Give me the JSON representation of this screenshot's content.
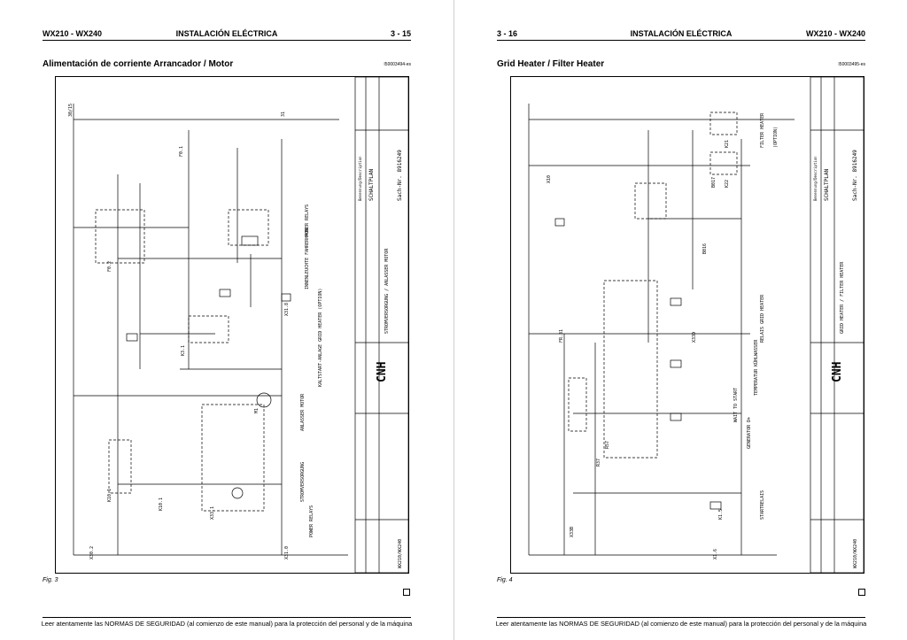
{
  "left_page": {
    "header_left": "WX210 - WX240",
    "header_center": "INSTALACIÓN ELÉCTRICA",
    "header_right": "3 - 15",
    "title": "Alimentación de corriente Arrancador / Motor",
    "doc_id": "I50003494-es",
    "figure": "Fig. 3",
    "footer": "Leer atentamente las NORMAS DE SEGURIDAD (al comienzo de este manual) para la protección del personal y de la máquina",
    "diagram": {
      "title_block_lines": [
        "Benennung/Description",
        "SCHALTPLAN",
        "STROMVERSORGUNG / ANLASSER MOTOR"
      ],
      "part_no": "Sach-Nr. 8916249",
      "logo": "CNH",
      "labels": [
        "STROMVERSORGUNG",
        "POWER RELAYS",
        "ANLASSER MOTOR",
        "INNENLEUCHTE FAHRERHAUS",
        "POWER RELAYS",
        "KALTSTART-ANLAGE GRID HEATER (OPTION)",
        "X30.2",
        "X31.0",
        "X31.8",
        "K10.1",
        "K3.1",
        "M1",
        "X33.1",
        "F0.1",
        "F0.2",
        "K10.1",
        "30/15",
        "31"
      ],
      "model": "WX210/WX240"
    }
  },
  "right_page": {
    "header_left": "3 - 16",
    "header_center": "INSTALACIÓN ELÉCTRICA",
    "header_right": "WX210 - WX240",
    "title": "Grid Heater / Filter Heater",
    "doc_id": "I50003495-es",
    "figure": "Fig. 4",
    "footer": "Leer atentamente las NORMAS DE SEGURIDAD (al comienzo de este manual) para la protección del personal y de la máquina",
    "diagram": {
      "title_block_lines": [
        "Benennung/Description",
        "SCHALTPLAN",
        "GRID HEATER / FILTER HEATER"
      ],
      "part_no": "Sach-Nr. 8916249",
      "logo": "CNH",
      "labels": [
        "STARTRELAIS",
        "GENERATOR D+",
        "WAIT TO START",
        "TEMPERATUR KÜHLWASSER",
        "RELAIS GRID HEATER",
        "FILTER HEATER",
        "(OPTION)",
        "X10",
        "X33B",
        "X33D",
        "K1.5",
        "R37",
        "R57",
        "X1.6",
        "FR.31",
        "K21",
        "K22",
        "B016",
        "B017"
      ],
      "model": "WX210/WX240"
    }
  },
  "colors": {
    "ink": "#000000",
    "background": "#ffffff"
  }
}
